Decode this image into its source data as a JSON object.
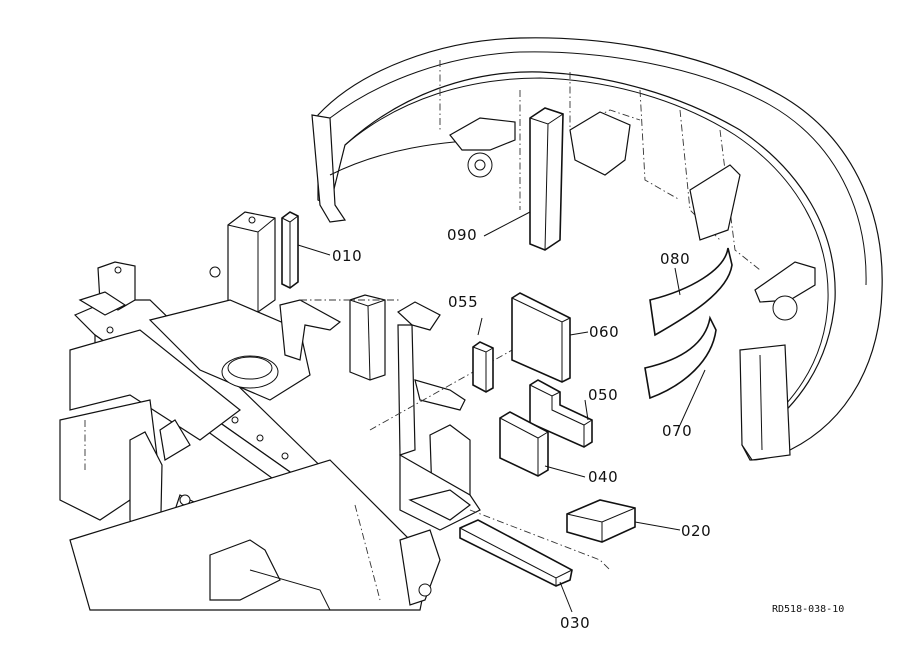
{
  "figure": {
    "labels": {
      "p010": "010",
      "p020": "020",
      "p030": "030",
      "p040": "040",
      "p050": "050",
      "p055": "055",
      "p060": "060",
      "p070": "070",
      "p080": "080",
      "p090": "090"
    },
    "drawing_code": "RD518-038-10"
  }
}
